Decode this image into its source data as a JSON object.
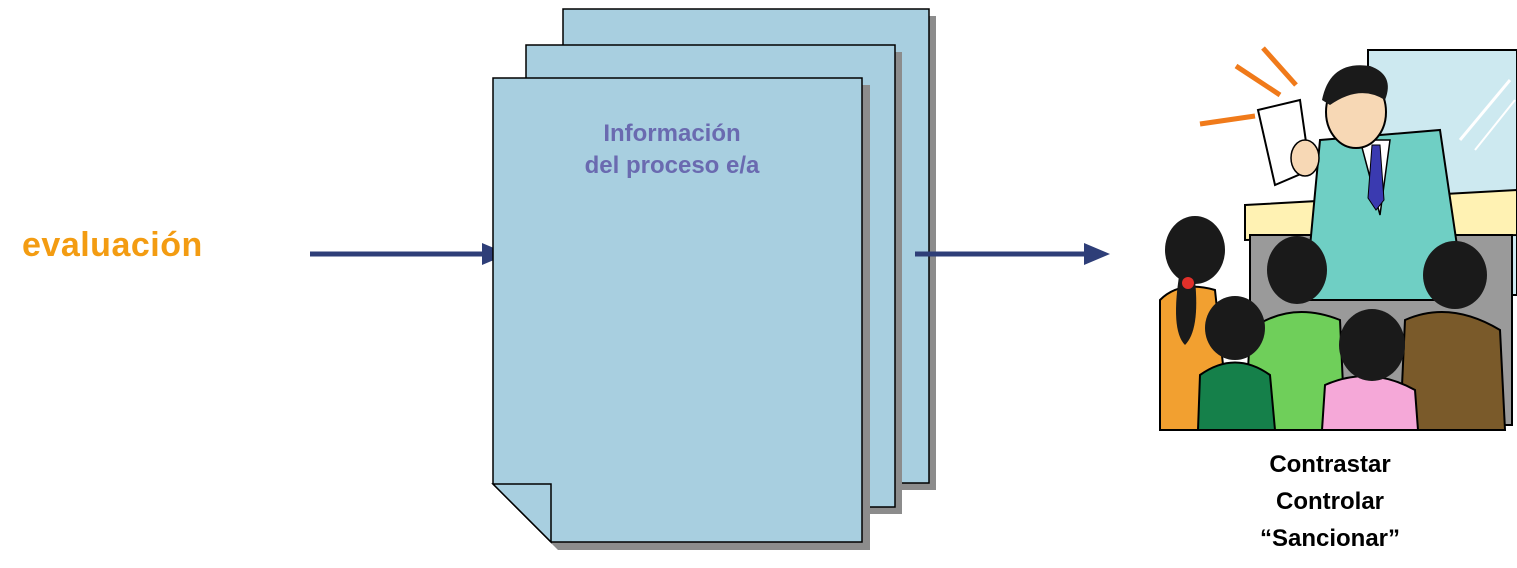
{
  "colors": {
    "accent_text": "#f39c12",
    "doc_title_text": "#6a6ab0",
    "document_fill": "#a8cfe0",
    "document_shadow": "#8c8c8c",
    "arrow": "#2e3e78"
  },
  "diagram": {
    "input_label": "evaluación",
    "document_title_lines": [
      "Información",
      "del proceso e/a"
    ],
    "output_caption_lines": [
      "Contrastar",
      "Controlar",
      "“Sancionar”"
    ]
  },
  "icons": {
    "arrows": [
      "arrow-right-icon",
      "arrow-right-icon"
    ],
    "clipart": "presenter-audience-illustration"
  }
}
